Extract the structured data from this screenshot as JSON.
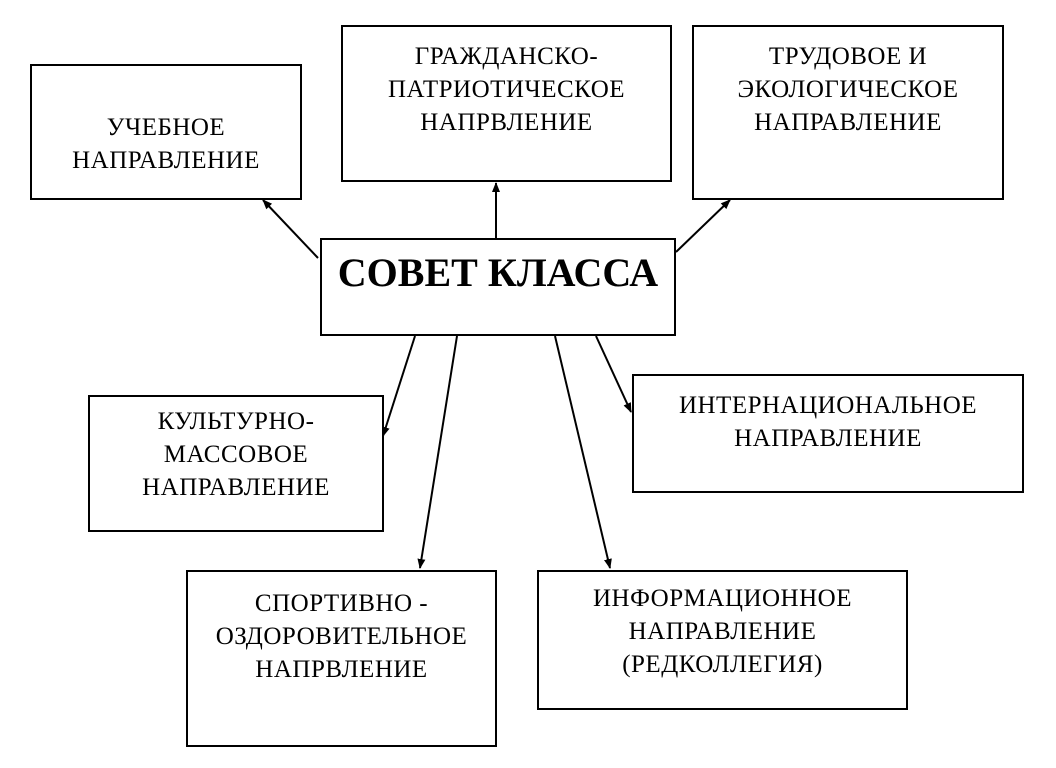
{
  "center": {
    "label": "СОВЕТ КЛАССА"
  },
  "directions": [
    {
      "id": "uchebnoe",
      "label": "УЧЕБНОЕ\nНАПРАВЛЕНИЕ"
    },
    {
      "id": "grazhdansko",
      "label": "ГРАЖДАНСКО-\nПАТРИОТИЧЕСКОЕ\nНАПРВЛЕНИЕ"
    },
    {
      "id": "trudovoe",
      "label": "ТРУДОВОЕ И\nЭКОЛОГИЧЕСКОЕ\nНАПРАВЛЕНИЕ"
    },
    {
      "id": "kulturno",
      "label": "КУЛЬТУРНО-\nМАССОВОЕ\nНАПРАВЛЕНИЕ"
    },
    {
      "id": "internatsional",
      "label": "ИНТЕРНАЦИОНАЛЬНОЕ\nНАПРАВЛЕНИЕ"
    },
    {
      "id": "sportivno",
      "label": "СПОРТИВНО -\nОЗДОРОВИТЕЛЬНОЕ\nНАПРВЛЕНИЕ"
    },
    {
      "id": "informatsion",
      "label": "ИНФОРМАЦИОННОЕ\nНАПРАВЛЕНИЕ\n(РЕДКОЛЛЕГИЯ)"
    }
  ]
}
